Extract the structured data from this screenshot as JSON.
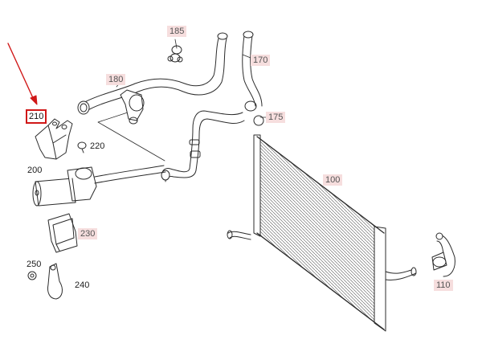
{
  "diagram": {
    "selected_part": "210",
    "colors": {
      "highlight_fill": "#f6dede",
      "selected_border": "#d01818",
      "arrow": "#d01818",
      "line": "#2b2b2b"
    },
    "parts": [
      {
        "id": "p185",
        "number": "185",
        "style": "highlight"
      },
      {
        "id": "p170",
        "number": "170",
        "style": "highlight"
      },
      {
        "id": "p180",
        "number": "180",
        "style": "highlight"
      },
      {
        "id": "p175",
        "number": "175",
        "style": "highlight"
      },
      {
        "id": "p210",
        "number": "210",
        "style": "selected"
      },
      {
        "id": "p220",
        "number": "220",
        "style": "plain"
      },
      {
        "id": "p200",
        "number": "200",
        "style": "plain"
      },
      {
        "id": "p100",
        "number": "100",
        "style": "highlight"
      },
      {
        "id": "p230",
        "number": "230",
        "style": "highlight"
      },
      {
        "id": "p250",
        "number": "250",
        "style": "plain"
      },
      {
        "id": "p240",
        "number": "240",
        "style": "plain"
      },
      {
        "id": "p110",
        "number": "110",
        "style": "highlight"
      }
    ]
  }
}
